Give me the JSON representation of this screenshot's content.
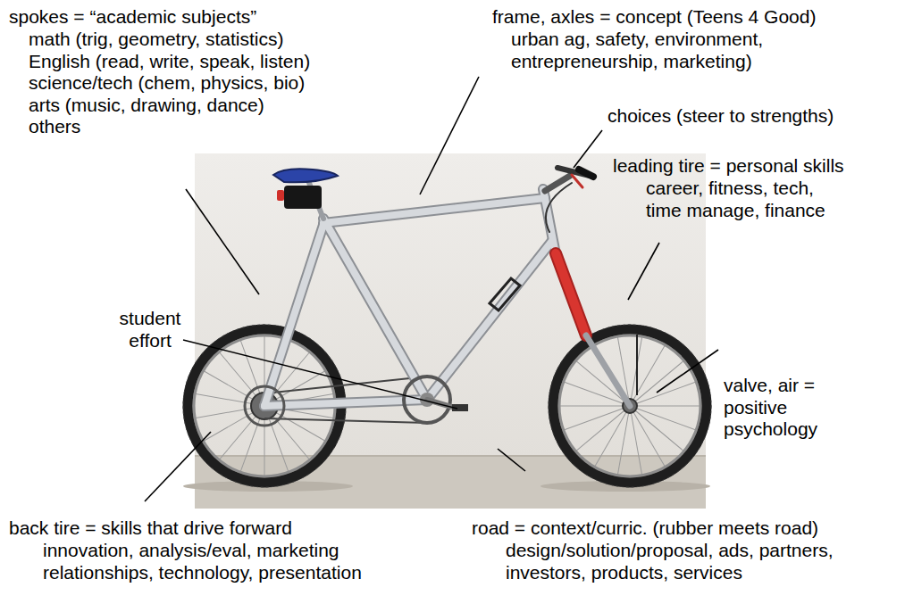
{
  "diagram": {
    "labels": [
      "spokes = “academic subjects”",
      "math (trig, geometry, statistics)",
      "English (read, write, speak, listen)",
      "science/tech (chem, physics, bio)",
      "arts (music, drawing, dance)",
      "others",
      "frame, axles = concept (Teens 4 Good)",
      "urban ag, safety, environment, entrepreneurship, marketing)",
      "choices (steer to strengths)",
      "leading tire = personal skills",
      "career, fitness, tech, time manage, finance",
      "student effort",
      "valve, air = positive psychology",
      "back tire = skills that drive forward",
      "innovation, analysis/eval, marketing relationships, technology, presentation",
      "road = context/curric. (rubber meets road)",
      "design/solution/proposal, ads, partners, investors, products, services"
    ]
  }
}
